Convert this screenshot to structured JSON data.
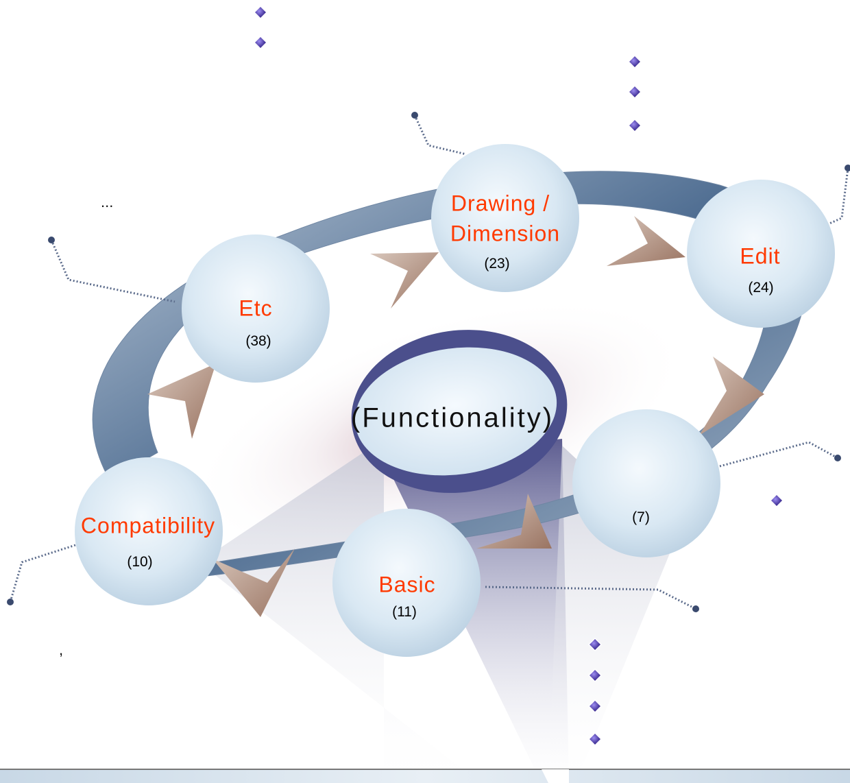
{
  "center": {
    "label": "(Functionality)"
  },
  "nodes": [
    {
      "name": "Drawing /",
      "name2": "Dimension",
      "count": "(23)"
    },
    {
      "name": "Edit",
      "count": "(24)"
    },
    {
      "name": "",
      "count": "(7)"
    },
    {
      "name": "Basic",
      "count": "(11)"
    },
    {
      "name": "Compatibility",
      "count": "(10)"
    },
    {
      "name": "Etc",
      "count": "(38)"
    }
  ],
  "notes": {
    "ellipsis": "...",
    "comma": ","
  },
  "colors": {
    "node_name": "#ff3a00",
    "ring": "#4b6a8f",
    "arrow": "#a88574",
    "bullet": "#3a2a99",
    "center_ring": "#4b4f8c"
  }
}
